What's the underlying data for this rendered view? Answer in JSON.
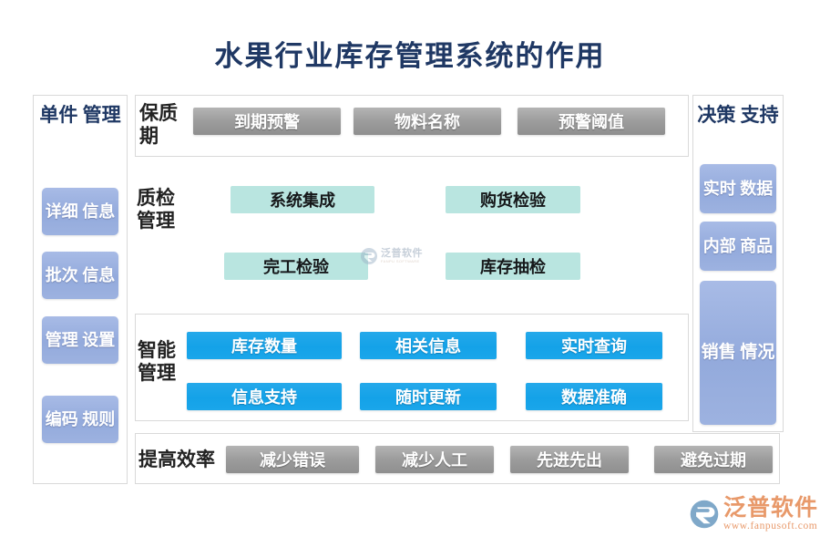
{
  "page": {
    "title": "水果行业库存管理系统的作用",
    "title_color": "#1f3864",
    "background": "#ffffff"
  },
  "left_column": {
    "title": "单件\n管理",
    "items": [
      {
        "label": "详细\n信息"
      },
      {
        "label": "批次\n信息"
      },
      {
        "label": "管理\n设置"
      },
      {
        "label": "编码\n规则"
      }
    ],
    "chip_color": "#93aadc"
  },
  "right_column": {
    "title": "决策\n支持",
    "items": [
      {
        "label": "实时\n数据"
      },
      {
        "label": "内部\n商品"
      },
      {
        "label": "销售\n情况"
      }
    ],
    "chip_color": "#93aadc"
  },
  "sections": [
    {
      "label": "保质\n期",
      "chip_style": "gray",
      "chip_color": "#9c9c9c",
      "items": [
        "到期预警",
        "物料名称",
        "预警阈值"
      ]
    },
    {
      "label": "质检\n管理",
      "chip_style": "teal",
      "chip_color": "#b9e5e0",
      "items": [
        "系统集成",
        "购货检验",
        "完工检验",
        "库存抽检"
      ]
    },
    {
      "label": "智能\n管理",
      "chip_style": "blue",
      "chip_color": "#14a2e8",
      "items": [
        "库存数量",
        "相关信息",
        "实时查询",
        "信息支持",
        "随时更新",
        "数据准确"
      ]
    },
    {
      "label": "提高效率",
      "chip_style": "gray",
      "chip_color": "#9c9c9c",
      "items": [
        "减少错误",
        "减少人工",
        "先进先出",
        "避免过期"
      ]
    }
  ],
  "watermark": {
    "main": "泛普软件",
    "sub": "FANPU SOFTWARE"
  },
  "logo": {
    "main": "泛普软件",
    "sub": "www.fanpusoft.com",
    "color": "#e8996a"
  }
}
